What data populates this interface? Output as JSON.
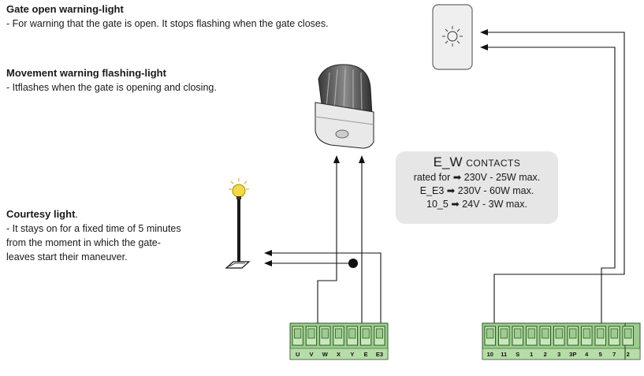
{
  "gate_open_light": {
    "title": "Gate open warning-light",
    "desc": "- For warning that the gate is open. It stops flashing when the gate closes."
  },
  "movement_light": {
    "title": "Movement warning flashing-light",
    "desc": "- Itflashes when the gate is opening and closing."
  },
  "courtesy_light": {
    "title": "Courtesy light",
    "title_suffix": ".",
    "desc_1": "- It stays on for a fixed time of 5 minutes",
    "desc_2": "from the moment in which the gate-",
    "desc_3": "leaves start their maneuver."
  },
  "contacts": {
    "head_main": "E_W",
    "head_small": "CONTACTS",
    "line_1_prefix": "rated for",
    "line_1_value": "230V - 25W max.",
    "line_2_prefix": "E_E3",
    "line_2_value": "230V - 60W max.",
    "line_3_prefix": "10_5",
    "line_3_value": "24V - 3W max."
  },
  "terminal_block_left": {
    "labels": [
      "U",
      "V",
      "W",
      "X",
      "Y",
      "E",
      "E3"
    ]
  },
  "terminal_block_right": {
    "labels": [
      "10",
      "11",
      "S",
      "1",
      "2",
      "3",
      "3P",
      "4",
      "5",
      "7",
      "2"
    ]
  },
  "icons": {
    "arrow": "right-arrow-icon",
    "terminal_color": "#9ccc8e"
  }
}
